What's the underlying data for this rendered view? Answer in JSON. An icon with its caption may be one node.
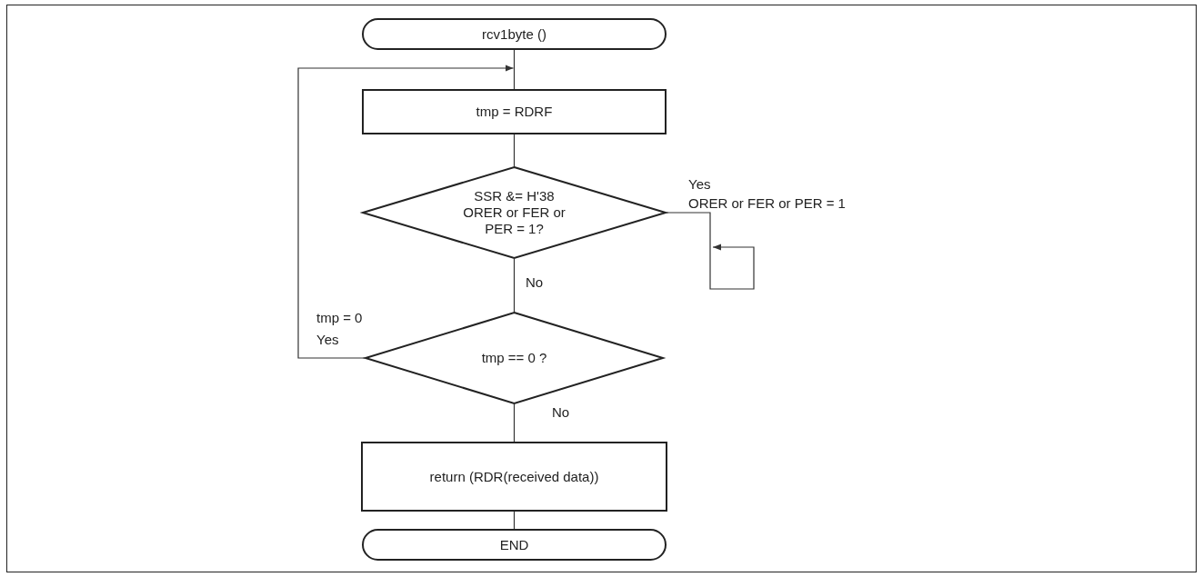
{
  "diagram": {
    "nodes": [
      {
        "text": [
          "rcv1byte ()"
        ]
      },
      {
        "text": [
          "tmp = RDRF"
        ]
      },
      {
        "text": [
          "SSR &= H'38 ORER or FER or PER = 1?"
        ]
      },
      {
        "text": [
          "tmp == 0 ?"
        ]
      },
      {
        "text": [
          "return (RDR(received data))"
        ]
      },
      {
        "text": [
          "END"
        ]
      }
    ],
    "edges": [
      {
        "from": 0,
        "to": 1,
        "arrow": "none"
      },
      {
        "from": 1,
        "to": 2,
        "arrow": "none"
      },
      {
        "from": 2,
        "to": null,
        "arrow": "to",
        "label": "Yes"
      },
      {
        "from": 2,
        "to": 3,
        "arrow": "none",
        "label": "No"
      },
      {
        "from": 3,
        "to": 1,
        "arrow": "to",
        "label": "Yes"
      },
      {
        "from": 3,
        "to": 4,
        "arrow": "none",
        "label": "No"
      },
      {
        "from": 4,
        "to": 5,
        "arrow": "none"
      }
    ],
    "labels": [
      "ORER or FER or PER = 1",
      "tmp = 0"
    ]
  }
}
